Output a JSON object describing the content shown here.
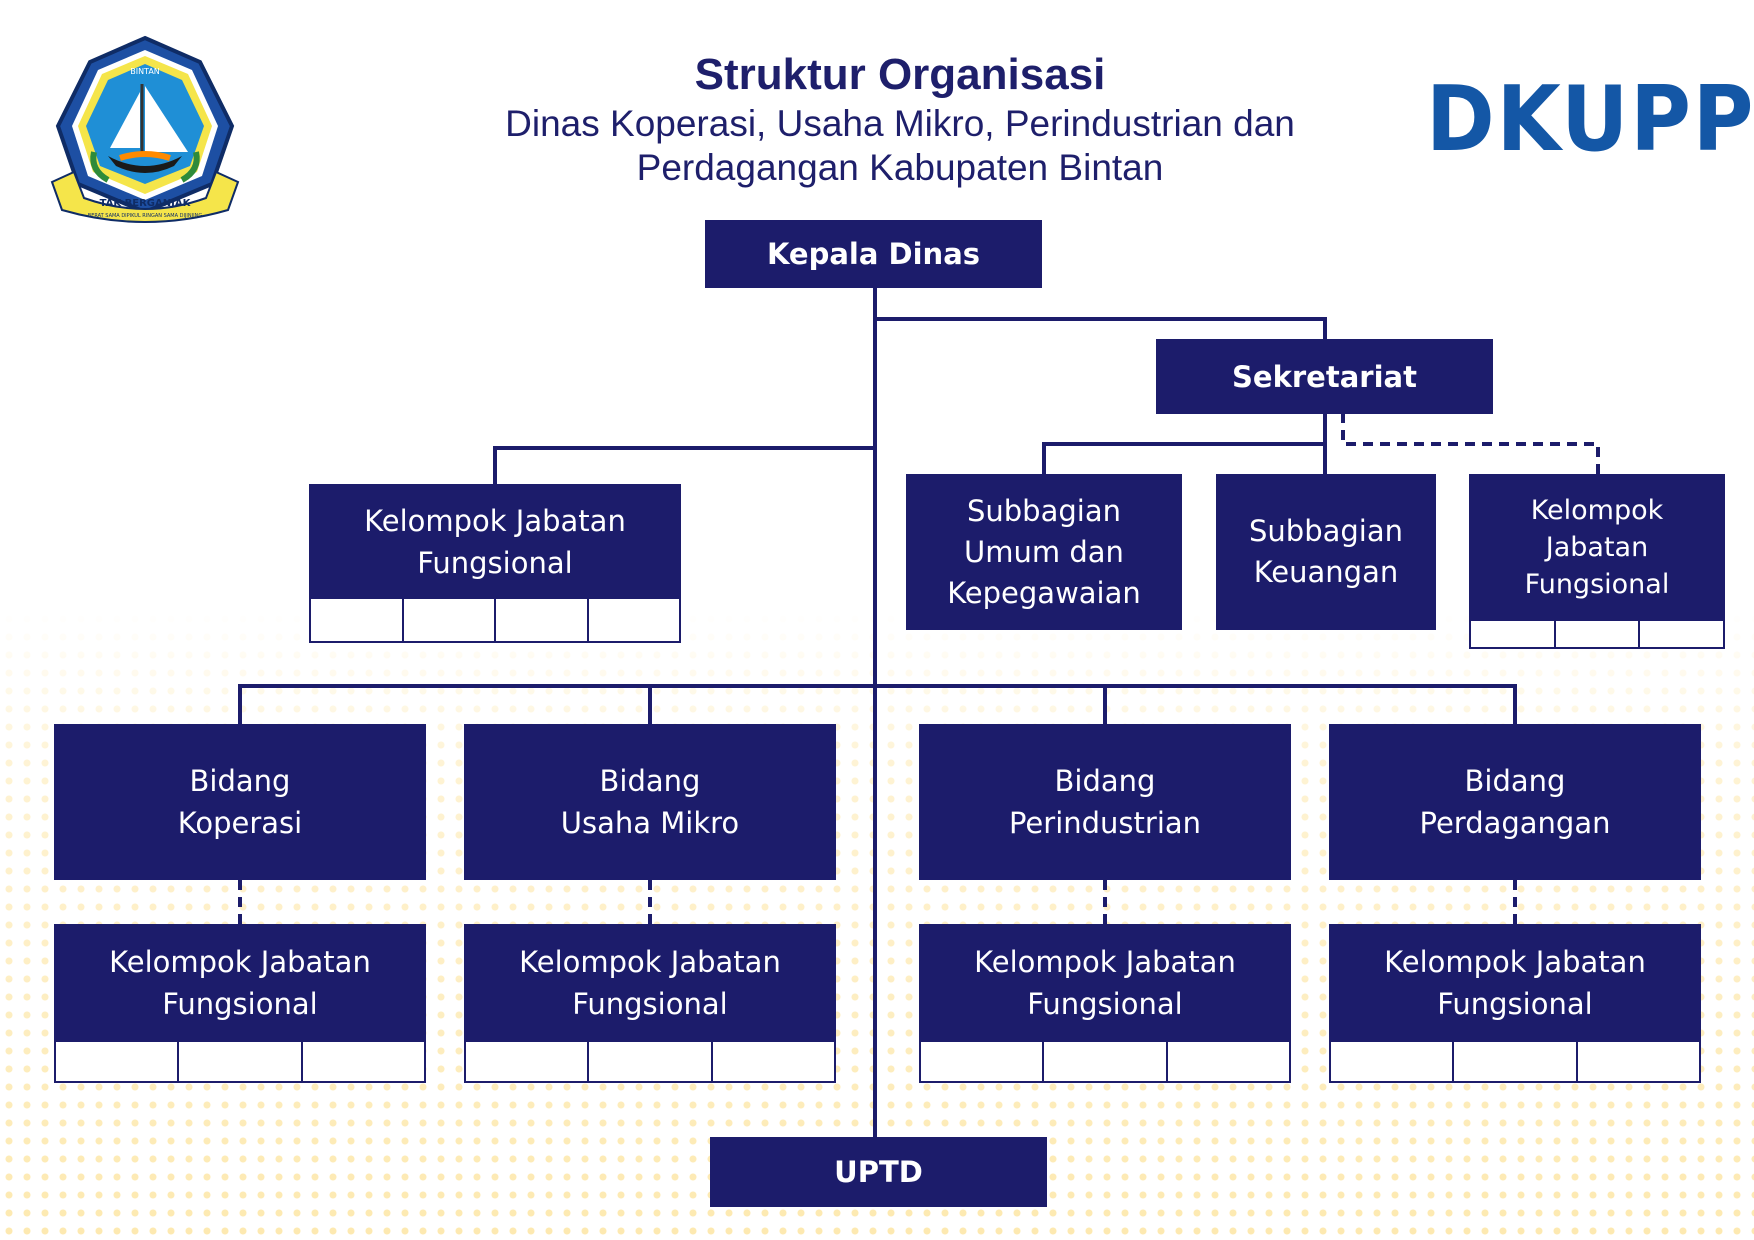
{
  "header": {
    "title": "Struktur Organisasi",
    "subtitle_line1": "Dinas Koperasi, Usaha Mikro, Perindustrian dan",
    "subtitle_line2": "Perdagangan Kabupaten Bintan",
    "brand": "DKUPP"
  },
  "logo": {
    "top_text": "BINTAN",
    "ribbon_text": "TAK BERGANJAK",
    "ribbon_subtext": "BERAT SAMA DIPIKUL RINGAN SAMA DIJINJING"
  },
  "colors": {
    "box": "#1c1c6b",
    "title": "#1e1f6b",
    "brand": "#1457a6",
    "pattern": "#fde9b0"
  },
  "org": {
    "kepala": "Kepala Dinas",
    "sekretariat": "Sekretariat",
    "kjf_main": "Kelompok Jabatan\nFungsional",
    "subbagian_umum": "Subbagian\nUmum dan\nKepegawaian",
    "subbagian_keuangan": "Subbagian\nKeuangan",
    "kjf_sekretariat": "Kelompok\nJabatan\nFungsional",
    "bidang": [
      {
        "name": "Bidang\nKoperasi",
        "kjf": "Kelompok Jabatan\nFungsional"
      },
      {
        "name": "Bidang\nUsaha Mikro",
        "kjf": "Kelompok Jabatan\nFungsional"
      },
      {
        "name": "Bidang\nPerindustrian",
        "kjf": "Kelompok Jabatan\nFungsional"
      },
      {
        "name": "Bidang\nPerdagangan",
        "kjf": "Kelompok Jabatan\nFungsional"
      }
    ],
    "uptd": "UPTD"
  }
}
